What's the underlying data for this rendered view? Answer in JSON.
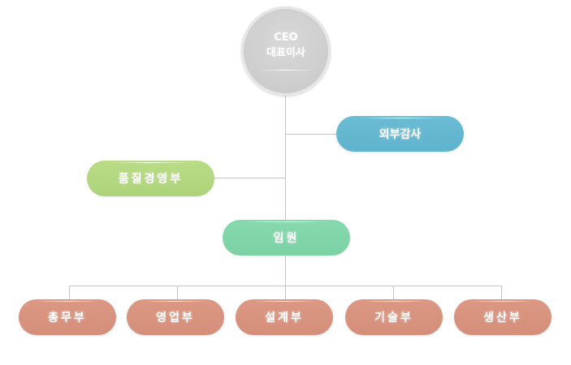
{
  "chart": {
    "ceo": {
      "line1": "CEO",
      "line2": "대표이사"
    },
    "audit": "외부감사",
    "quality": "품질경영부",
    "executive": "임원",
    "departments": [
      "총무부",
      "영업부",
      "설계부",
      "기술부",
      "생산부"
    ]
  },
  "colors": {
    "ceo": "#cfcfcf",
    "audit": "#63b6ce",
    "quality": "#b2d77e",
    "executive": "#7fd5a7",
    "department": "#d7927e",
    "connector": "#c4c4c4"
  }
}
